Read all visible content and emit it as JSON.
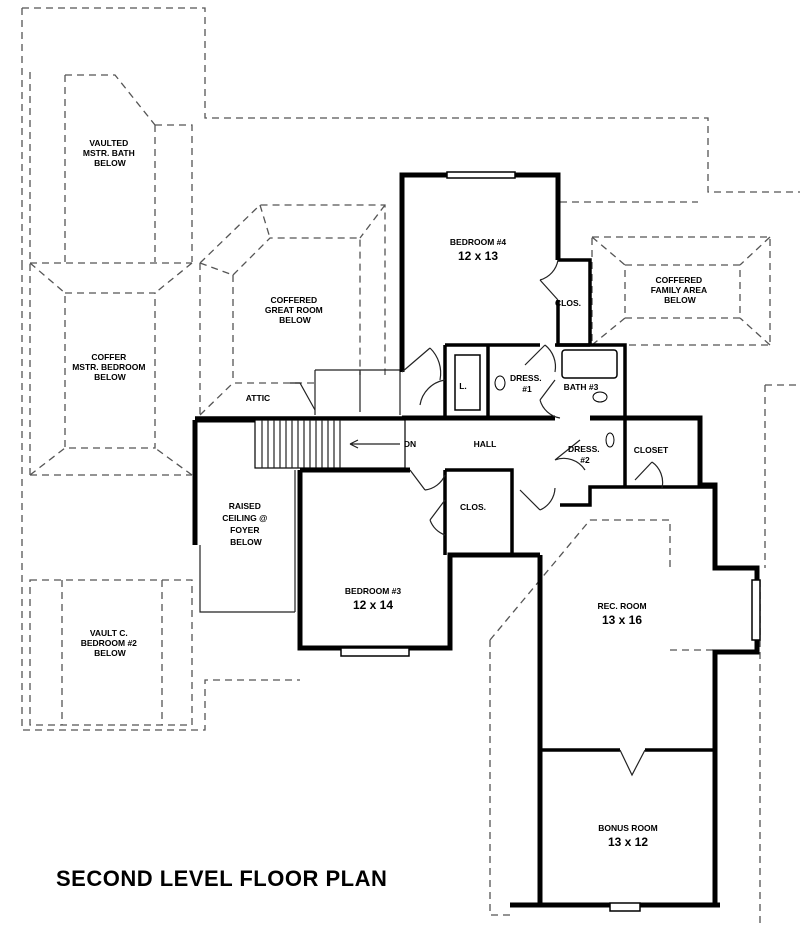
{
  "title": "SECOND LEVEL FLOOR PLAN",
  "rooms": {
    "vaulted_bath": [
      "VAULTED",
      "MSTR. BATH",
      "BELOW"
    ],
    "coffer_master": [
      "COFFER",
      "MSTR. BEDROOM",
      "BELOW"
    ],
    "vault_bedroom2": [
      "VAULT C.",
      "BEDROOM #2",
      "BELOW"
    ],
    "coffered_great": [
      "COFFERED",
      "GREAT ROOM",
      "BELOW"
    ],
    "attic": "ATTIC",
    "raised_foyer": [
      "RAISED",
      "CEILING @",
      "FOYER",
      "BELOW"
    ],
    "bedroom4": {
      "name": "BEDROOM #4",
      "size": "12 x 13"
    },
    "clos1": "CLOS.",
    "coffered_family": [
      "COFFERED",
      "FAMILY AREA",
      "BELOW"
    ],
    "linen": "L.",
    "dress1": [
      "DRESS.",
      "#1"
    ],
    "bath3": "BATH #3",
    "dn": "DN",
    "hall": "HALL",
    "dress2": [
      "DRESS.",
      "#2"
    ],
    "closet": "CLOSET",
    "clos2": "CLOS.",
    "bedroom3": {
      "name": "BEDROOM #3",
      "size": "12 x 14"
    },
    "rec_room": {
      "name": "REC. ROOM",
      "size": "13 x 16"
    },
    "bonus_room": {
      "name": "BONUS ROOM",
      "size": "13 x 12"
    }
  }
}
